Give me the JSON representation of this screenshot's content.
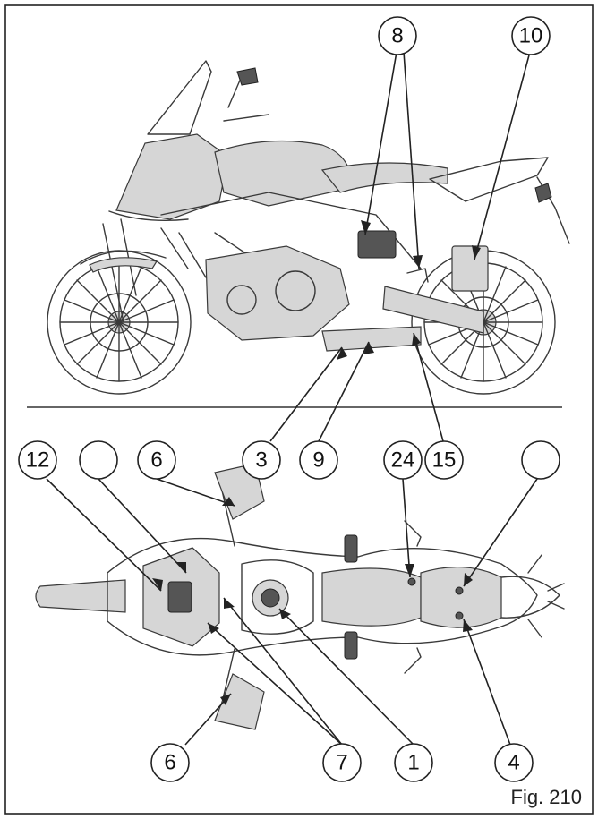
{
  "figure_label": "Fig. 210",
  "callouts": {
    "c1": "1",
    "c3": "3",
    "c4": "4",
    "c5": "15",
    "c6a": "6",
    "c6b": "6",
    "c7": "7",
    "c8": "8",
    "c9": "9",
    "c10": "10",
    "c12": "12",
    "c24": "24",
    "blank_a": "",
    "blank_b": ""
  },
  "colors": {
    "line": "#222222",
    "background": "#ffffff"
  }
}
